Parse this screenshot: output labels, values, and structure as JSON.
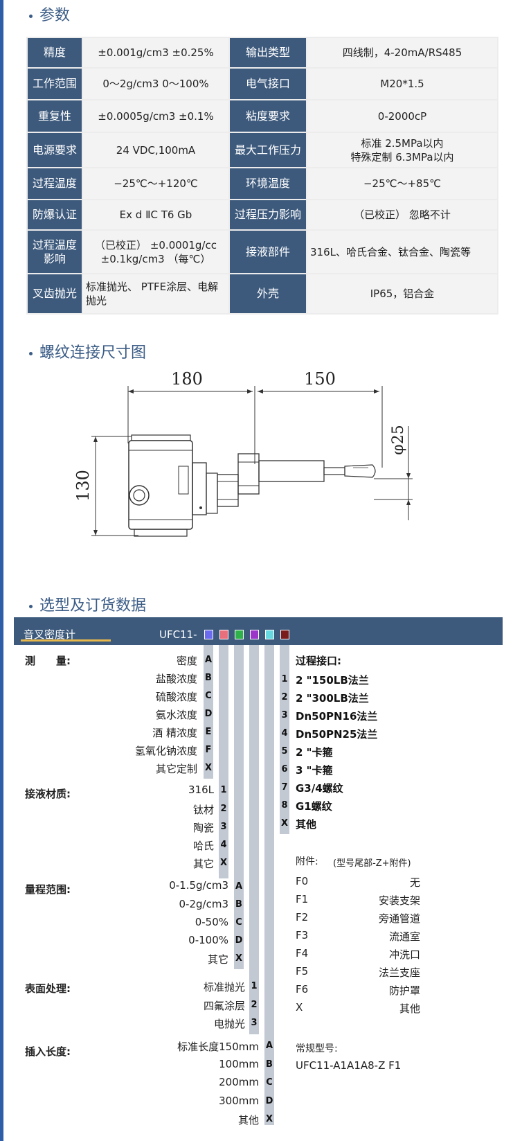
{
  "params": {
    "title": "参数",
    "rows": [
      {
        "l1": "精度",
        "v1": "±0.001g/cm3 ±0.25%",
        "l2": "输出类型",
        "v2": "四线制，4-20mA/RS485"
      },
      {
        "l1": "工作范围",
        "v1": "0～2g/cm3 0～100%",
        "l2": "电气接口",
        "v2": "M20*1.5"
      },
      {
        "l1": "重复性",
        "v1": "±0.0005g/cm3 ±0.1%",
        "l2": "粘度要求",
        "v2": "0-2000cP"
      },
      {
        "l1": "电源要求",
        "v1": "24 VDC,100mA",
        "l2": "最大工作压力",
        "v2a": "标准 2.5MPa以内",
        "v2b": "特殊定制 6.3MPa以内"
      },
      {
        "l1": "过程温度",
        "v1": "−25℃～+120℃",
        "l2": "环境温度",
        "v2": "−25℃～+85℃"
      },
      {
        "l1": "防爆认证",
        "v1": "Ex d ⅡC T6 Gb",
        "l2": "过程压力影响",
        "v2": "（已校正） 忽略不计"
      },
      {
        "l1a": "过程温度",
        "l1b": "影响",
        "v1a": "（已校正） ±0.0001g/cc",
        "v1b": "±0.1kg/cm3 （每℃）",
        "l2": "接液部件",
        "v2": "316L、哈氏合金、钛合金、陶瓷等"
      },
      {
        "l1": "叉齿抛光",
        "v1": "标准抛光、 PTFE涂层、电解抛光",
        "l2": "外壳",
        "v2": "IP65，铝合金"
      }
    ]
  },
  "dimensions": {
    "title": "螺纹连接尺寸图",
    "width_1": "180",
    "width_2": "150",
    "diameter": "φ25",
    "height": "130"
  },
  "ordering": {
    "title": "选型及订货数据",
    "product_name": "音叉密度计",
    "model_prefix": "UFC11-",
    "swatch_colors": [
      "#6b6bf0",
      "#e8707c",
      "#2fb24a",
      "#9b36c8",
      "#68d8e0",
      "#7a1c1c"
    ],
    "measure": {
      "label": "测　　量:",
      "options": [
        {
          "text": "密度",
          "code": "A"
        },
        {
          "text": "盐酸浓度",
          "code": "B"
        },
        {
          "text": "硫酸浓度",
          "code": "C"
        },
        {
          "text": "氨水浓度",
          "code": "D"
        },
        {
          "text": "酒 精浓度",
          "code": "E"
        },
        {
          "text": "氢氧化钠浓度",
          "code": "F"
        },
        {
          "text": "其它定制",
          "code": "X"
        }
      ]
    },
    "wetted": {
      "label": "接液材质:",
      "options": [
        {
          "text": "316L",
          "code": "1"
        },
        {
          "text": "钛材",
          "code": "2"
        },
        {
          "text": "陶瓷",
          "code": "3"
        },
        {
          "text": "哈氏",
          "code": "4"
        },
        {
          "text": "其它",
          "code": "X"
        }
      ]
    },
    "range": {
      "label": "量程范围:",
      "options": [
        {
          "text": "0-1.5g/cm3",
          "code": "A"
        },
        {
          "text": "0-2g/cm3",
          "code": "B"
        },
        {
          "text": "0-50%",
          "code": "C"
        },
        {
          "text": "0-100%",
          "code": "D"
        },
        {
          "text": "其它",
          "code": "X"
        }
      ]
    },
    "surface": {
      "label": "表面处理:",
      "options": [
        {
          "text": "标准抛光",
          "code": "1"
        },
        {
          "text": "四氟涂层",
          "code": "2"
        },
        {
          "text": "电抛光",
          "code": "3"
        }
      ]
    },
    "insertion": {
      "label": "插入长度:",
      "options": [
        {
          "text": "标准长度150mm",
          "code": "A"
        },
        {
          "text": "100mm",
          "code": "B"
        },
        {
          "text": "200mm",
          "code": "C"
        },
        {
          "text": "300mm",
          "code": "D"
        },
        {
          "text": "其他",
          "code": "X"
        }
      ]
    },
    "connection": {
      "label": "过程接口:",
      "options": [
        {
          "code": "1",
          "text": "2 \"150LB法兰"
        },
        {
          "code": "2",
          "text": "2 \"300LB法兰"
        },
        {
          "code": "3",
          "text": "Dn50PN16法兰"
        },
        {
          "code": "4",
          "text": "Dn50PN25法兰"
        },
        {
          "code": "5",
          "text": "2 \"卡箍"
        },
        {
          "code": "6",
          "text": "3 \"卡箍"
        },
        {
          "code": "7",
          "text": "G3/4螺纹"
        },
        {
          "code": "8",
          "text": "G1螺纹"
        },
        {
          "code": "X",
          "text": "其他"
        }
      ]
    },
    "accessories": {
      "label": "附件:",
      "note": "(型号尾部-Z+附件)",
      "items": [
        {
          "code": "F0",
          "text": "无"
        },
        {
          "code": "F1",
          "text": "安装支架"
        },
        {
          "code": "F2",
          "text": "旁通管道"
        },
        {
          "code": "F3",
          "text": "流通室"
        },
        {
          "code": "F4",
          "text": "冲洗口"
        },
        {
          "code": "F5",
          "text": "法兰支座"
        },
        {
          "code": "F6",
          "text": "防护罩"
        },
        {
          "code": "X",
          "text": "其他"
        }
      ]
    },
    "typical": {
      "label": "常规型号:",
      "value": "UFC11-A1A1A8-Z F1"
    }
  }
}
